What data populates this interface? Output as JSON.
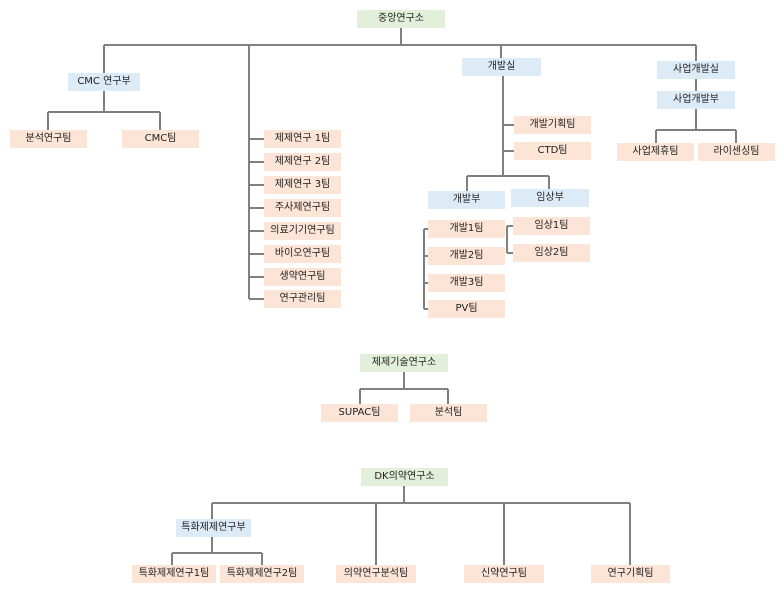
{
  "colors": {
    "root_fill": "#e2efda",
    "division_fill": "#ddebf7",
    "team_fill": "#fce4d6",
    "line": "#808080"
  },
  "central": {
    "root": "중앙연구소",
    "cmc": {
      "label": "CMC 연구부",
      "teams": [
        "분석연구팀",
        "CMC팀"
      ]
    },
    "direct_teams": [
      "제제연구 1팀",
      "제제연구 2팀",
      "제제연구 3팀",
      "주사제연구팀",
      "의료기기연구팀",
      "바이오연구팀",
      "생약연구팀",
      "연구관리팀"
    ],
    "dev": {
      "label": "개발실",
      "teams": [
        "개발기획팀",
        "CTD팀"
      ],
      "dev_dept": {
        "label": "개발부",
        "teams": [
          "개발1팀",
          "개발2팀",
          "개발3팀",
          "PV팀"
        ]
      },
      "clinical_dept": {
        "label": "임상부",
        "teams": [
          "임상1팀",
          "임상2팀"
        ]
      }
    },
    "biz": {
      "label": "사업개발실",
      "dept": {
        "label": "사업개발부",
        "teams": [
          "사업제휴팀",
          "라이센싱팀"
        ]
      }
    }
  },
  "formulation": {
    "root": "제제기술연구소",
    "teams": [
      "SUPAC팀",
      "분석팀"
    ]
  },
  "dk": {
    "root": "DK의약연구소",
    "dept": {
      "label": "특화제제연구부",
      "teams": [
        "특화제제연구1팀",
        "특화제제연구2팀"
      ]
    },
    "teams": [
      "의약연구분석팀",
      "신약연구팀",
      "연구기획팀"
    ]
  }
}
